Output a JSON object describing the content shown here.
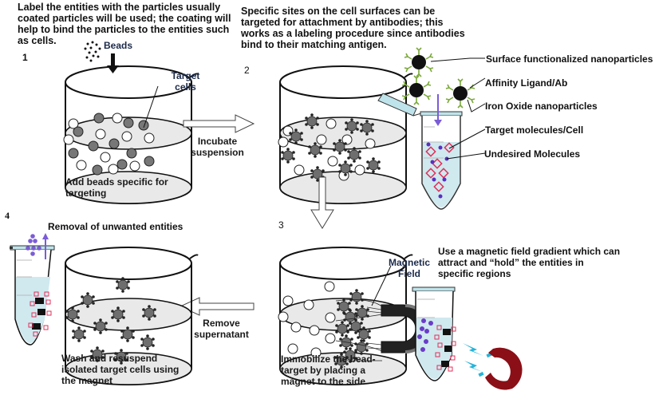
{
  "intro_step1": "Label the entities with the particles usually coated particles will be used; the coating will help to bind the particles to the entities such as cells.",
  "intro_step2": "Specific sites on the cell surfaces can be targeted for attachment by antibodies; this works as a labeling procedure since antibodies bind to their matching antigen.",
  "steps": [
    {
      "number": "1",
      "caption": "Add beads specific for targeting",
      "labels": {
        "beads": "Beads",
        "target_cells": "Target cells"
      }
    },
    {
      "number": "2"
    },
    {
      "number": "3",
      "caption": "Immobilize the bead-target by placing a magnet to the side",
      "labels": {
        "magnetic_field": "Magnetic Field"
      }
    },
    {
      "number": "4",
      "caption": "Wash and resuspend isolated target cells using the magnet",
      "labels": {
        "removal": "Removal of unwanted entities"
      }
    }
  ],
  "arrows": {
    "incubate": "Incubate suspension",
    "remove": "Remove supernatant"
  },
  "legend": [
    "Surface functionalized nanoparticles",
    "Affinity Ligand/Ab",
    "Iron Oxide nanoparticles",
    "Target molecules/Cell",
    "Undesired Molecules"
  ],
  "magnet_note": "Use a magnetic field gradient which can attract and “hold” the entities in specific regions",
  "colors": {
    "bead_gray": "#6e6e6e",
    "liquid": "#cfe9ef",
    "purple": "#6a3cc9",
    "pink": "#e0305a",
    "magnet_red": "#8b0f17",
    "ligand_green": "#7aa83a"
  }
}
